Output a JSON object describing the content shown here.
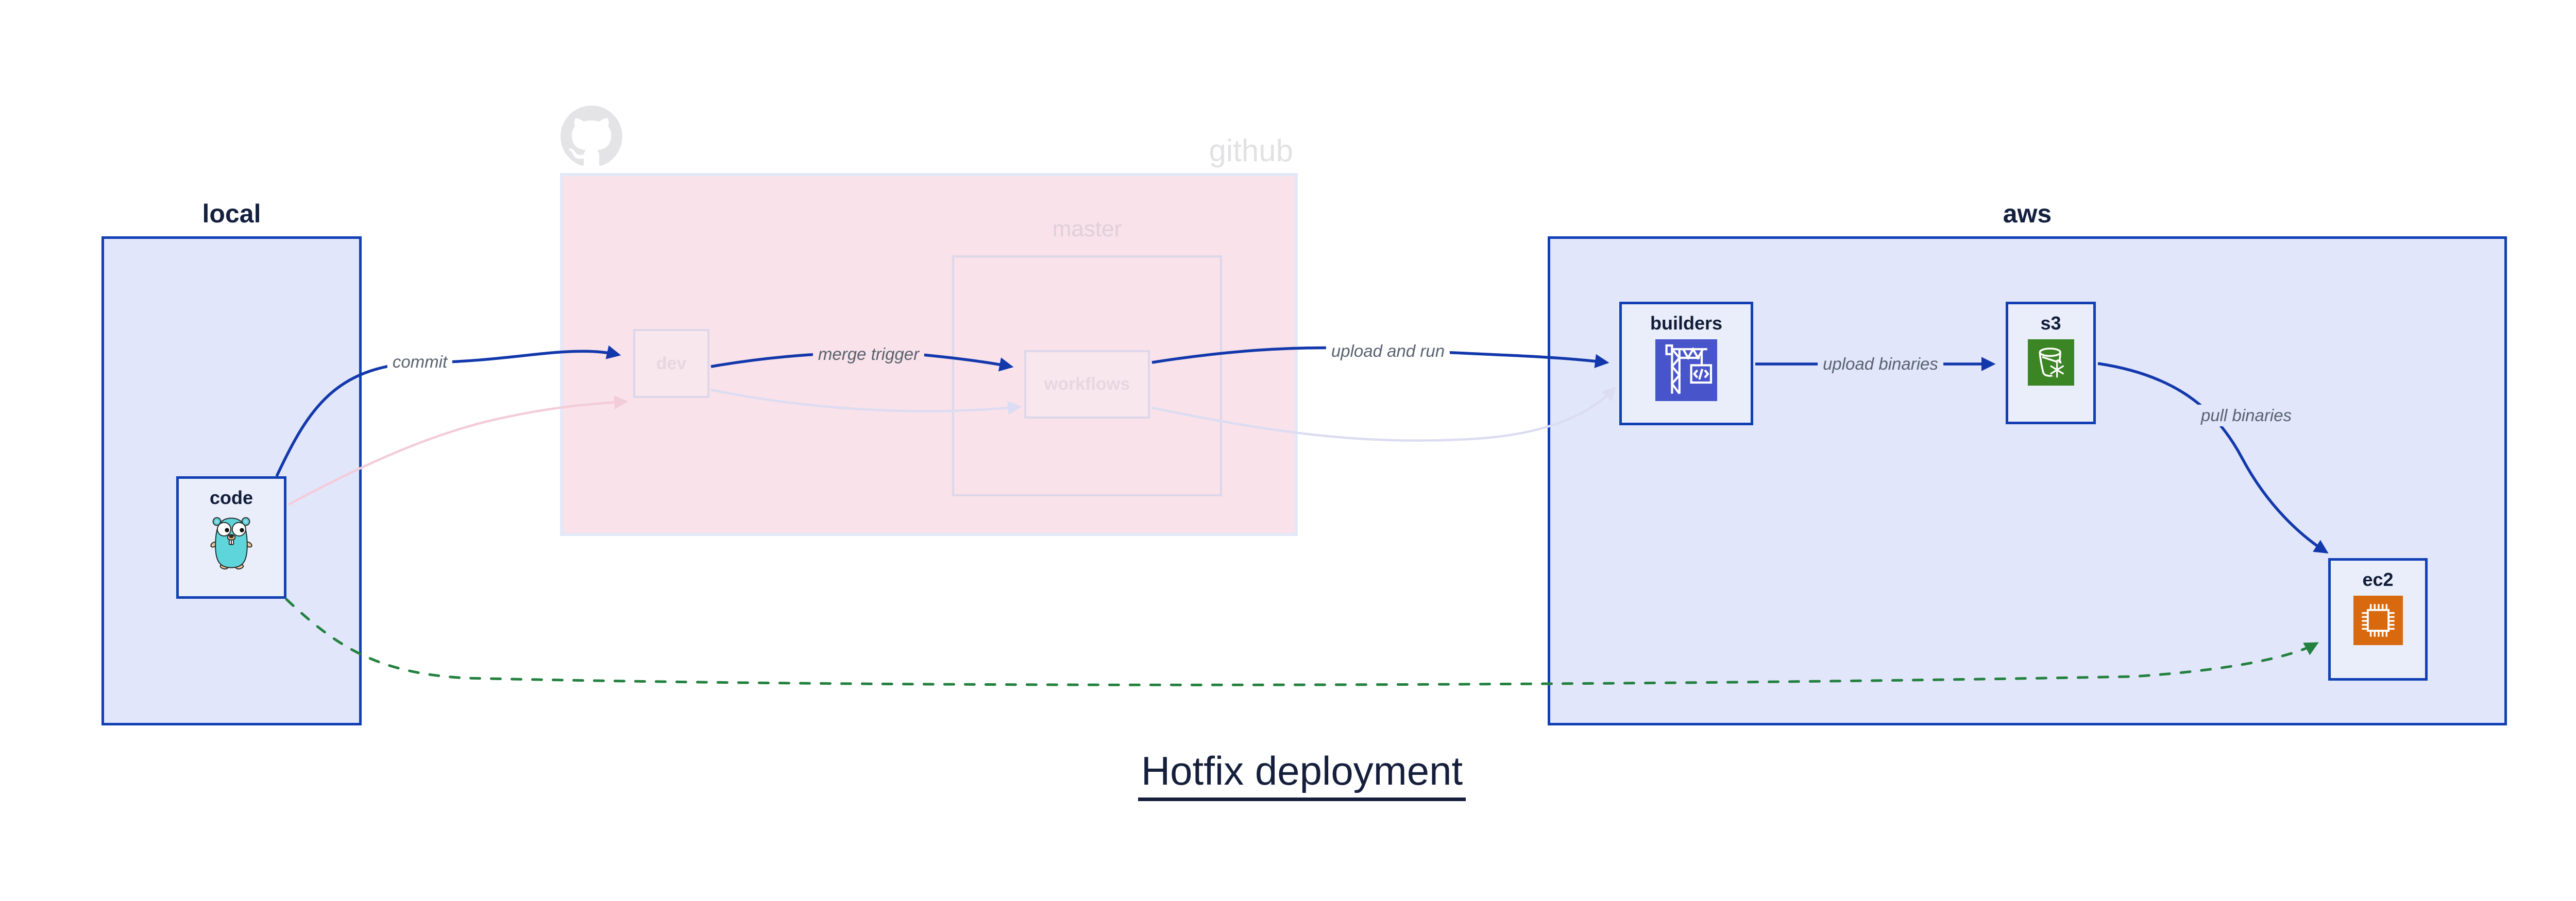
{
  "title": {
    "text": "Hotfix deployment"
  },
  "groups": {
    "local": {
      "label": "local"
    },
    "github": {
      "label": "github",
      "master": {
        "label": "master"
      }
    },
    "aws": {
      "label": "aws"
    }
  },
  "nodes": {
    "code": {
      "label": "code",
      "icon": "go-gopher-icon"
    },
    "dev": {
      "label": "dev"
    },
    "workflows": {
      "label": "workflows"
    },
    "builders": {
      "label": "builders",
      "icon": "codebuild-crane-icon"
    },
    "s3": {
      "label": "s3",
      "icon": "s3-bucket-snowflake-icon"
    },
    "ec2": {
      "label": "ec2",
      "icon": "ec2-chip-icon"
    }
  },
  "edges": {
    "commit": {
      "label": "commit",
      "from": "code",
      "to": "dev",
      "style": "solid-blue"
    },
    "merge_trigger": {
      "label": "merge trigger",
      "from": "dev",
      "to": "workflows",
      "style": "solid-blue"
    },
    "upload_and_run": {
      "label": "upload and run",
      "from": "workflows",
      "to": "builders",
      "style": "solid-blue"
    },
    "upload_binaries": {
      "label": "upload binaries",
      "from": "builders",
      "to": "s3",
      "style": "solid-blue"
    },
    "pull_binaries": {
      "label": "pull binaries",
      "from": "s3",
      "to": "ec2",
      "style": "solid-blue"
    },
    "hotfix_deploy": {
      "label": "",
      "from": "code",
      "to": "ec2",
      "style": "dashed-green"
    },
    "code_to_dev_faded": {
      "label": "",
      "from": "code",
      "to": "dev",
      "style": "faded-pink"
    },
    "dev_to_workflows_faded": {
      "label": "",
      "from": "dev",
      "to": "workflows",
      "style": "faded-lavender"
    },
    "workflows_to_builders_faded": {
      "label": "",
      "from": "workflows",
      "to": "builders",
      "style": "faded-lavender"
    }
  },
  "colors": {
    "group_fill_blue": "#e1e6fa",
    "group_border_blue": "#1240b4",
    "node_fill_blue": "#eaeefb",
    "edge_blue": "#1238ac",
    "github_fill": "#f9e2e9",
    "github_border": "#e3e8f8",
    "muted_node_border": "#ddd7ea",
    "muted_node_label": "#e9d6e0",
    "master_label": "#e0d0da",
    "github_watermark": "#e4e4e6",
    "faded_pink_edge": "#f3ccda",
    "faded_lavender_edge": "#dcdcf2",
    "green_dashed_edge": "#23813f",
    "edge_label_text": "#58626f",
    "dark_text": "#13203e",
    "codebuild_icon_bg": "#4754ca",
    "s3_icon_bg": "#3c8525",
    "ec2_icon_bg": "#d8690f",
    "gopher_body": "#5ed4db"
  }
}
